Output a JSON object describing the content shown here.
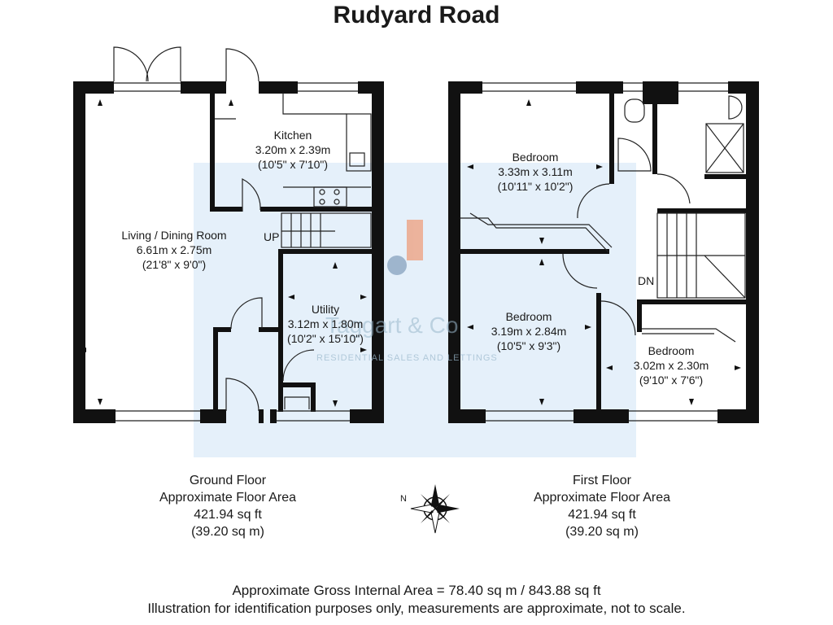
{
  "title": "Rudyard Road",
  "rooms": {
    "living": {
      "name": "Living / Dining Room",
      "metric": "6.61m x 2.75m",
      "imperial": "(21'8\" x 9'0\")"
    },
    "kitchen": {
      "name": "Kitchen",
      "metric": "3.20m x 2.39m",
      "imperial": "(10'5\" x 7'10\")"
    },
    "utility": {
      "name": "Utility",
      "metric": "3.12m x 1.80m",
      "imperial": "(10'2\" x 15'10\")"
    },
    "bedroom1": {
      "name": "Bedroom",
      "metric": "3.33m x 3.11m",
      "imperial": "(10'11\" x 10'2\")"
    },
    "bedroom2": {
      "name": "Bedroom",
      "metric": "3.19m x 2.84m",
      "imperial": "(10'5\" x 9'3\")"
    },
    "bedroom3": {
      "name": "Bedroom",
      "metric": "3.02m x 2.30m",
      "imperial": "(9'10\" x 7'6\")"
    }
  },
  "stairs": {
    "up": "UP",
    "down": "DN"
  },
  "floors": {
    "ground": {
      "name": "Ground Floor",
      "label": "Approximate Floor Area",
      "sqft": "421.94 sq ft",
      "sqm": "(39.20 sq m)"
    },
    "first": {
      "name": "First Floor",
      "label": "Approximate Floor Area",
      "sqft": "421.94 sq ft",
      "sqm": "(39.20 sq m)"
    }
  },
  "compass": {
    "north": "N"
  },
  "watermark": {
    "name": "Taggart & Co",
    "sub": "RESIDENTIAL SALES AND LETTINGS"
  },
  "footer": {
    "gross": "Approximate Gross Internal Area = 78.40 sq m / 843.88 sq ft",
    "disclaimer": "Illustration for identification purposes only, measurements are approximate, not to scale."
  },
  "colors": {
    "wall": "#111111",
    "overlay": "#cfe3f5",
    "logo_orange": "#f08a5d",
    "logo_blue": "#6f8fb0"
  }
}
